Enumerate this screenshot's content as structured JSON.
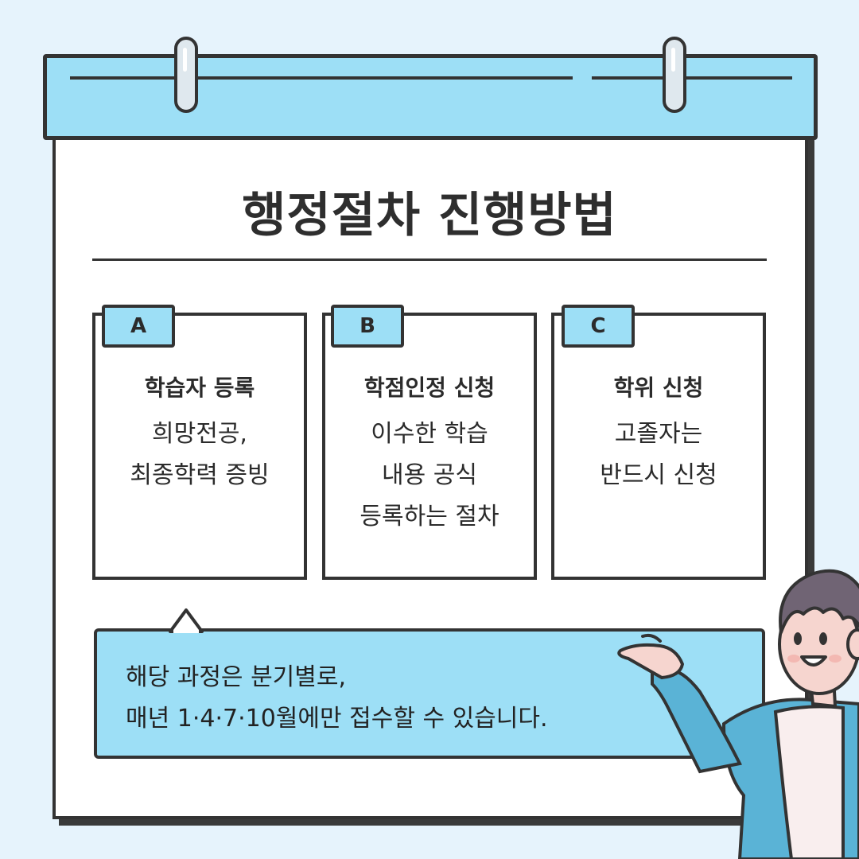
{
  "title": "행정절차 진행방법",
  "steps": [
    {
      "tab": "A",
      "title": "학습자 등록",
      "lines": [
        "희망전공,",
        "최종학력 증빙"
      ]
    },
    {
      "tab": "B",
      "title": "학점인정 신청",
      "lines": [
        "이수한 학습",
        "내용 공식",
        "등록하는 절차"
      ]
    },
    {
      "tab": "C",
      "title": "학위 신청",
      "lines": [
        "고졸자는",
        "반드시 신청"
      ]
    }
  ],
  "notice": {
    "lines": [
      "해당 과정은 분기별로,",
      "매년 1·4·7·10월에만 접수할 수 있습니다."
    ]
  },
  "colors": {
    "background": "#e6f3fc",
    "accent": "#9ddff6",
    "outline": "#333333"
  },
  "icons": [
    "binder-ring-icon",
    "presenter-character-icon"
  ]
}
